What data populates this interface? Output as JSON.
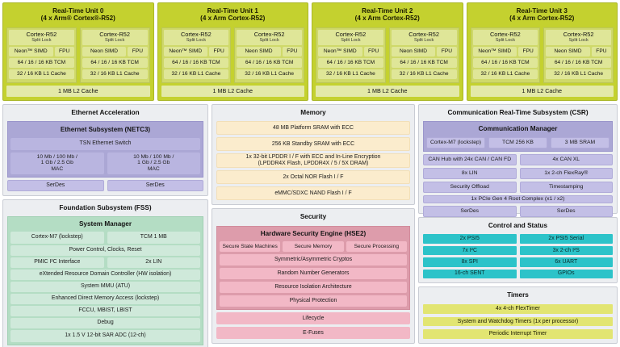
{
  "rtus": [
    {
      "title_line1": "Real-Time Unit 0",
      "title_line2": "(4 x Arm® Cortex®-R52)",
      "cores": [
        {
          "name": "Cortex-R52",
          "sub": "Split Lock",
          "simd": "Neon™ SIMD",
          "fpu": "FPU",
          "tcm": "64 / 16 / 16 KB TCM",
          "l1": "32 / 16 KB L1 Cache"
        },
        {
          "name": "Cortex-R52",
          "sub": "Split Lock",
          "simd": "Neon SIMD",
          "fpu": "FPU",
          "tcm": "64 / 16 / 16 KB TCM",
          "l1": "32 / 16 KB L1 Cache"
        }
      ],
      "l2": "1 MB L2 Cache"
    },
    {
      "title_line1": "Real-Time Unit 1",
      "title_line2": "(4 x Arm Cortex-R52)",
      "cores": [
        {
          "name": "Cortex-R52",
          "sub": "Split Lock",
          "simd": "Neon™ SIMD",
          "fpu": "FPU",
          "tcm": "64 / 16 / 16 KB TCM",
          "l1": "32 / 16 KB L1 Cache"
        },
        {
          "name": "Cortex-R52",
          "sub": "Split Lock",
          "simd": "Neon SIMD",
          "fpu": "FPU",
          "tcm": "64 / 16 / 16 KB TCM",
          "l1": "32 / 16 KB L1 Cache"
        }
      ],
      "l2": "1 MB L2 Cache"
    },
    {
      "title_line1": "Real-Time Unit 2",
      "title_line2": "(4 x Arm Cortex-R52)",
      "cores": [
        {
          "name": "Cortex-R52",
          "sub": "Split Lock",
          "simd": "Neon™ SIMD",
          "fpu": "FPU",
          "tcm": "64 / 16 / 16 KB TCM",
          "l1": "32 / 16 KB L1 Cache"
        },
        {
          "name": "Cortex-R52",
          "sub": "Split Lock",
          "simd": "Neon SIMD",
          "fpu": "FPU",
          "tcm": "64 / 16 / 16 KB TCM",
          "l1": "32 / 16 KB L1 Cache"
        }
      ],
      "l2": "1 MB L2 Cache"
    },
    {
      "title_line1": "Real-Time Unit 3",
      "title_line2": "(4 x Arm Cortex-R52)",
      "cores": [
        {
          "name": "Cortex-R52",
          "sub": "Split Lock",
          "simd": "Neon™ SIMD",
          "fpu": "FPU",
          "tcm": "64 / 16 / 16 KB TCM",
          "l1": "32 / 16 KB L1 Cache"
        },
        {
          "name": "Cortex-R52",
          "sub": "Split Lock",
          "simd": "Neon SIMD",
          "fpu": "FPU",
          "tcm": "64 / 16 / 16 KB TCM",
          "l1": "32 / 16 KB L1 Cache"
        }
      ],
      "l2": "1 MB L2 Cache"
    }
  ],
  "ethernet": {
    "title": "Ethernet Acceleration",
    "subsystem_title": "Ethernet Subsystem (NETC3)",
    "switch": "TSN Ethernet Switch",
    "macs": [
      {
        "l1": "10 Mb / 100 Mb /",
        "l2": "1 Gb / 2.5 Gb",
        "l3": "MAC"
      },
      {
        "l1": "10 Mb / 100 Mb /",
        "l2": "1 Gb / 2.5 Gb",
        "l3": "MAC"
      }
    ],
    "serdes": [
      "SerDes",
      "SerDes"
    ]
  },
  "foundation": {
    "title": "Foundation Subsystem (FSS)",
    "manager_title": "System Manager",
    "mgr_row": [
      "Cortex-M7 (lockstep)",
      "TCM 1 MB"
    ],
    "items": [
      "Power Control, Clocks, Reset"
    ],
    "pair": [
      "PMIC I²C Interface",
      "2x LIN"
    ],
    "items2": [
      "eXtended Resource Domain Controller (HW isolation)",
      "System MMU (ATU)",
      "Enhanced Direct Memory Access (lockstep)",
      "FCCU, MBIST, LBIST",
      "Debug"
    ],
    "adc": "1x 1.5 V 12-bit SAR ADC (12-ch)"
  },
  "memory": {
    "title": "Memory",
    "rows": [
      {
        "l1": "48 MB Platform SRAM with ECC",
        "l2": ""
      },
      {
        "l1": "256 KB Standby SRAM with ECC",
        "l2": ""
      },
      {
        "l1": "1x 32-bit LPDDR I / F with ECC and In-Line Encryption",
        "l2": "(LPDDR4X Flash, LPDDR4X / 5 / 5X DRAM)"
      },
      {
        "l1": "2x Octal NOR Flash I / F",
        "l2": ""
      },
      {
        "l1": "eMMC/SDXC NAND Flash I / F",
        "l2": ""
      }
    ]
  },
  "security": {
    "title": "Security",
    "hse_title": "Hardware Security Engine (HSE2)",
    "hse_row3": [
      "Secure State Machines",
      "Secure Memory",
      "Secure Processing"
    ],
    "hse_rows": [
      "Symmetric/Asymmetric Cryptos",
      "Random Number Generators",
      "Resource Isolation Architecture",
      "Physical Protection"
    ],
    "loose": [
      "Lifecycle",
      "E-Fuses"
    ]
  },
  "csr": {
    "title": "Communication Real-Time Subsystem (CSR)",
    "manager_title": "Communication Manager",
    "mgr_row": [
      "Cortex-M7 (lockstep)",
      "TCM 256 KB",
      "3 MB SRAM"
    ],
    "pairs": [
      [
        "CAN Hub with 24x CAN / CAN FD",
        "4x CAN XL"
      ],
      [
        "8x LIN",
        "1x 2-ch FlexRay®"
      ],
      [
        "Security Offload",
        "Timestamping"
      ]
    ],
    "pcie": "1x PCIe Gen 4 Root Complex (x1 / x2)",
    "serdes": [
      "SerDes",
      "SerDes"
    ]
  },
  "control_status": {
    "title": "Control and Status",
    "pairs": [
      [
        "2x PSI5",
        "2x PSI5 Serial"
      ],
      [
        "7x I²C",
        "3x 2-ch I²S"
      ],
      [
        "8x SPI",
        "6x UART"
      ],
      [
        "16-ch SENT",
        "GPIOs"
      ]
    ]
  },
  "timers": {
    "title": "Timers",
    "rows": [
      "4x 4-ch FlexTimer",
      "System and Watchdog Timers (1x per processor)",
      "Periodic Interrupt Timer"
    ]
  },
  "colors": {
    "rtu": "#c4d12f",
    "rtu_core": "#cfd96a",
    "purple": "#aba7d5",
    "cream": "#fbeccd",
    "green": "#b4ddc4",
    "pink": "#dd9cab",
    "teal": "#2cc3c9",
    "yellow": "#e2e572",
    "panel": "#eceef1"
  }
}
